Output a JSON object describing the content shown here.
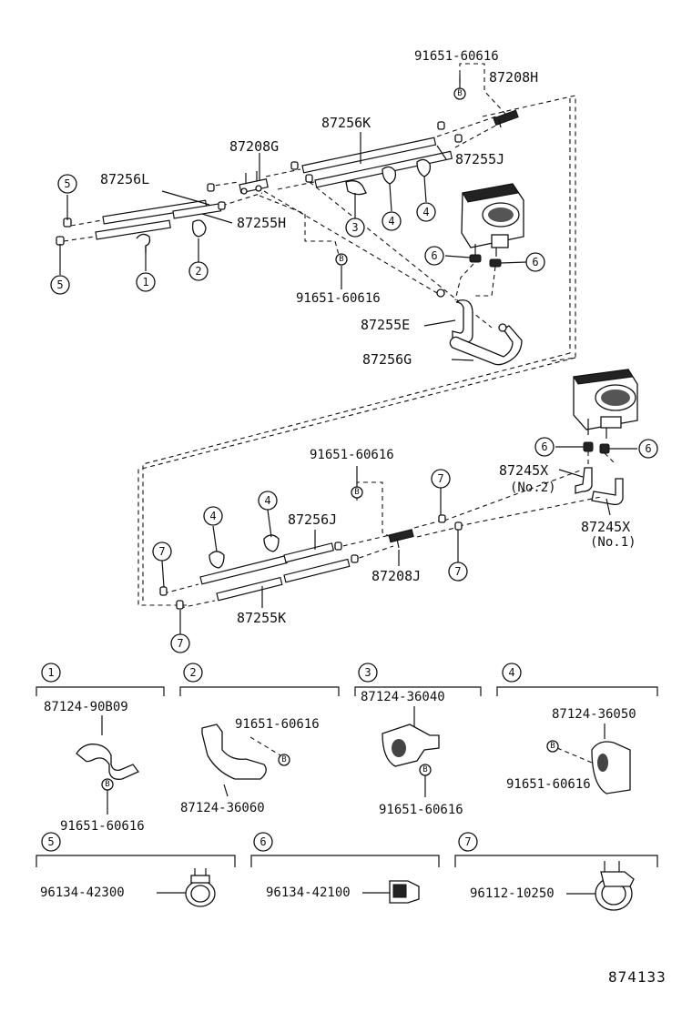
{
  "upper": {
    "label_91651_top": "91651-60616",
    "label_87208H": "87208H",
    "label_87256K": "87256K",
    "label_87208G": "87208G",
    "label_87255J": "87255J",
    "label_87256L": "87256L",
    "label_87255H": "87255H",
    "label_91651_mid": "91651-60616",
    "label_87255E": "87255E",
    "label_87256G": "87256G"
  },
  "lower": {
    "label_91651": "91651-60616",
    "label_87245X_no2": "87245X",
    "label_no2": "(No.2)",
    "label_87256J": "87256J",
    "label_87245X_no1": "87245X",
    "label_no1": "(No.1)",
    "label_87208J": "87208J",
    "label_87255K": "87255K"
  },
  "callouts": {
    "c1": "1",
    "c2": "2",
    "c3": "3",
    "c4": "4",
    "c5": "5",
    "c6": "6",
    "c7": "7"
  },
  "bolt_mark": "B",
  "details": {
    "d1": {
      "part": "87124-90B09",
      "bolt": "91651-60616"
    },
    "d2": {
      "part": "87124-36060",
      "bolt": "91651-60616"
    },
    "d3": {
      "part": "87124-36040",
      "bolt": "91651-60616"
    },
    "d4": {
      "part": "87124-36050",
      "bolt": "91651-60616"
    },
    "d5": {
      "part": "96134-42300"
    },
    "d6": {
      "part": "96134-42100"
    },
    "d7": {
      "part": "96112-10250"
    }
  },
  "figure_ref": "874133"
}
